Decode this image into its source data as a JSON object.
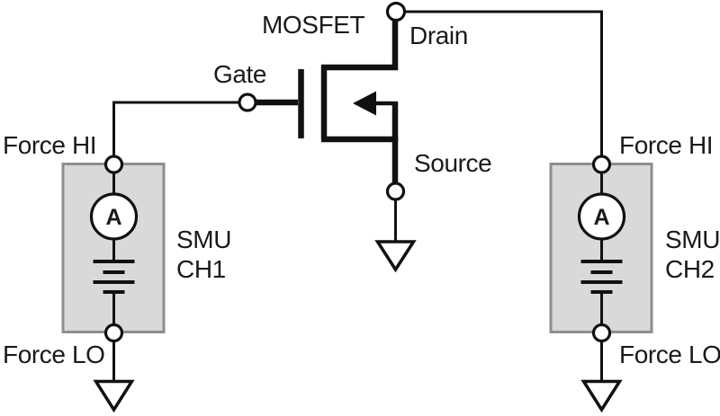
{
  "diagram": {
    "mosfet": {
      "label": "MOSFET",
      "gate_label": "Gate",
      "drain_label": "Drain",
      "source_label": "Source"
    },
    "smu1": {
      "name_line1": "SMU",
      "name_line2": "CH1",
      "force_hi_label": "Force HI",
      "force_lo_label": "Force LO",
      "ammeter_label": "A"
    },
    "smu2": {
      "name_line1": "SMU",
      "name_line2": "CH2",
      "force_hi_label": "Force HI",
      "force_lo_label": "Force LO",
      "ammeter_label": "A"
    },
    "colors": {
      "line": "#111111",
      "text": "#1a1a1a",
      "box_fill": "#d9d9d9",
      "box_border": "#8e8e8e",
      "background": "#ffffff"
    }
  }
}
